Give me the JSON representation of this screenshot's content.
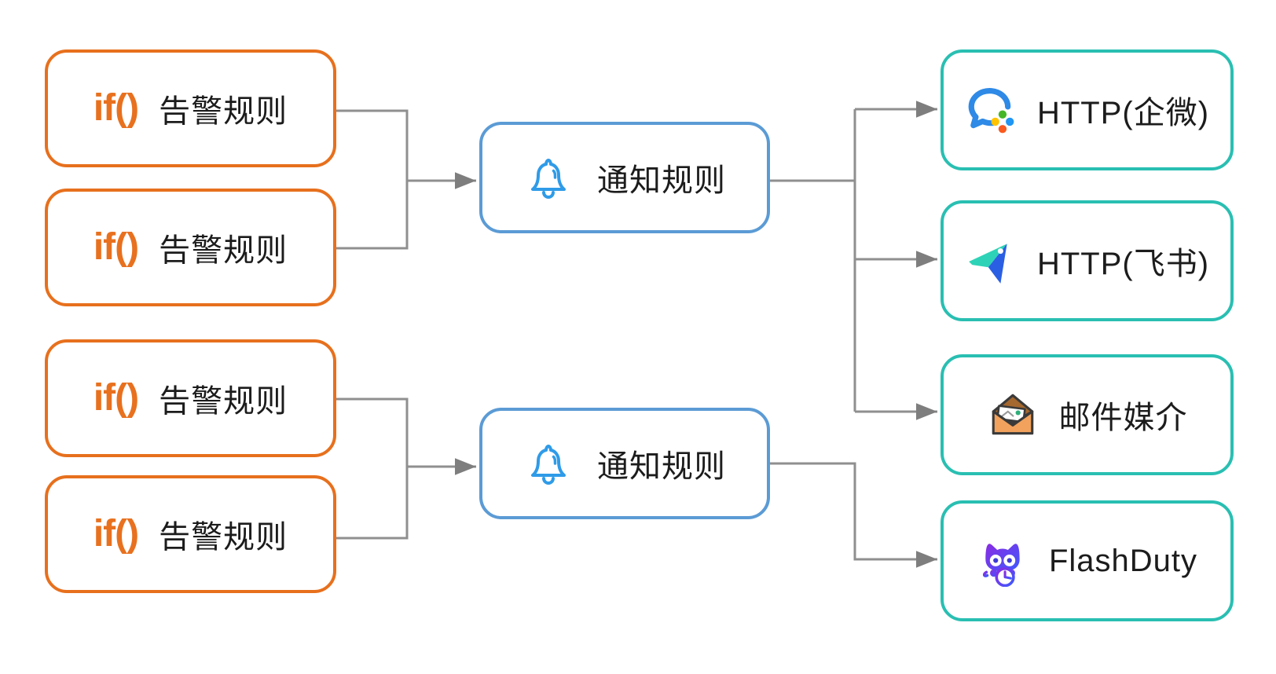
{
  "diagram": {
    "alert_rules": {
      "logo": "if()",
      "border_color": "#e7701d",
      "items": [
        {
          "label": "告警规则"
        },
        {
          "label": "告警规则"
        },
        {
          "label": "告警规则"
        },
        {
          "label": "告警规则"
        }
      ]
    },
    "notify_rules": {
      "border_color": "#5b9bd5",
      "icon": "bell-icon",
      "icon_color": "#2f9be8",
      "items": [
        {
          "label": "通知规则"
        },
        {
          "label": "通知规则"
        }
      ]
    },
    "channels": {
      "border_color": "#29bfb2",
      "items": [
        {
          "label": "HTTP(企微)",
          "icon": "wecom-icon"
        },
        {
          "label": "HTTP(飞书)",
          "icon": "feishu-icon"
        },
        {
          "label": "邮件媒介",
          "icon": "email-icon"
        },
        {
          "label": "FlashDuty",
          "icon": "flashduty-icon"
        }
      ]
    },
    "connectors": {
      "line_color": "#8f8f8f",
      "arrow_color": "#7e7e7e"
    }
  }
}
